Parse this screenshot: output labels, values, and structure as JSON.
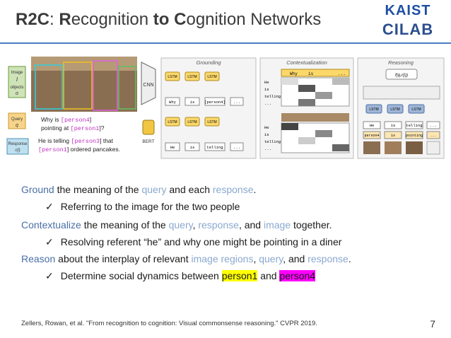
{
  "slide": {
    "title_parts": [
      "R2C",
      ": ",
      "R",
      "ecognition ",
      "to",
      " ",
      "C",
      "ognition Networks"
    ],
    "logo_top": "KAIST",
    "logo_bottom": "CILAB",
    "page_number": "7",
    "citation": "Zellers, Rowan, et al. \"From recognition to cognition: Visual commonsense reasoning.\" CVPR 2019."
  },
  "figure": {
    "inputs": {
      "image": "Image",
      "image_sym": "I",
      "objects": "objects",
      "objects_sym": "o",
      "query": "Query",
      "query_sym": "q",
      "response": "Response",
      "response_sym": "r(i)"
    },
    "query_line1": [
      "Why is ",
      "[person4",
      "] "
    ],
    "query_line2": [
      "pointing at ",
      "[person1",
      "]?"
    ],
    "resp_line1": [
      "He is telling ",
      "[person3",
      "] that"
    ],
    "resp_line2": [
      "[person1",
      "] ordered pancakes."
    ],
    "cnn": "CNN",
    "bert": "BERT",
    "grounding": "Grounding",
    "contextualization": "Contextualization",
    "reasoning": "Reasoning",
    "lstm": "LSTM",
    "tokens_q": [
      "Why",
      "is",
      "[person4]",
      "..."
    ],
    "tokens_r": [
      "He",
      "is",
      "telling",
      "..."
    ],
    "ctx_header": [
      "Why",
      "is",
      "..."
    ],
    "ctx_rows": [
      "He",
      "is",
      "telling",
      "..."
    ],
    "reason_fn": "f(q,r(i))",
    "reason_tokens": [
      "He",
      "is",
      "telling",
      "..."
    ],
    "reason_tokens2": [
      "person4",
      "is",
      "pointing",
      "..."
    ]
  },
  "bullets": [
    {
      "parts": [
        [
          "Ground",
          "hl"
        ],
        [
          " the meaning of the ",
          ""
        ],
        [
          "query",
          "hl2"
        ],
        [
          " and each ",
          ""
        ],
        [
          "response",
          "hl2"
        ],
        [
          ".",
          ""
        ]
      ]
    },
    {
      "check": "✓",
      "text": "Referring to the image for the two people"
    },
    {
      "parts": [
        [
          "Contextualize",
          "hl"
        ],
        [
          " the meaning of the ",
          ""
        ],
        [
          "query",
          "hl2"
        ],
        [
          ", ",
          ""
        ],
        [
          "response",
          "hl2"
        ],
        [
          ", and ",
          ""
        ],
        [
          "image",
          "hl2"
        ],
        [
          " together.",
          ""
        ]
      ]
    },
    {
      "check": "✓",
      "text": "Resolving referent “he” and why one might be pointing in a diner"
    },
    {
      "parts": [
        [
          "Reason",
          "hl"
        ],
        [
          " about the interplay of relevant ",
          ""
        ],
        [
          "image regions",
          "hl2"
        ],
        [
          ", ",
          ""
        ],
        [
          "query",
          "hl2"
        ],
        [
          ", and ",
          ""
        ],
        [
          "response",
          "hl2"
        ],
        [
          ".",
          ""
        ]
      ]
    },
    {
      "check": "✓",
      "parts": [
        [
          "Determine social dynamics between ",
          ""
        ],
        [
          "person1",
          "yel"
        ],
        [
          " and ",
          ""
        ],
        [
          "person4",
          "mag"
        ]
      ]
    }
  ],
  "colors": {
    "title_accent": "#3b3b3b",
    "bullet_blue": "#4a6fa5",
    "light_blue": "#8aa8cf",
    "highlight_yellow": "#ffff00",
    "highlight_magenta": "#ff00ff",
    "kaist_blue": "#1d4fa1"
  }
}
